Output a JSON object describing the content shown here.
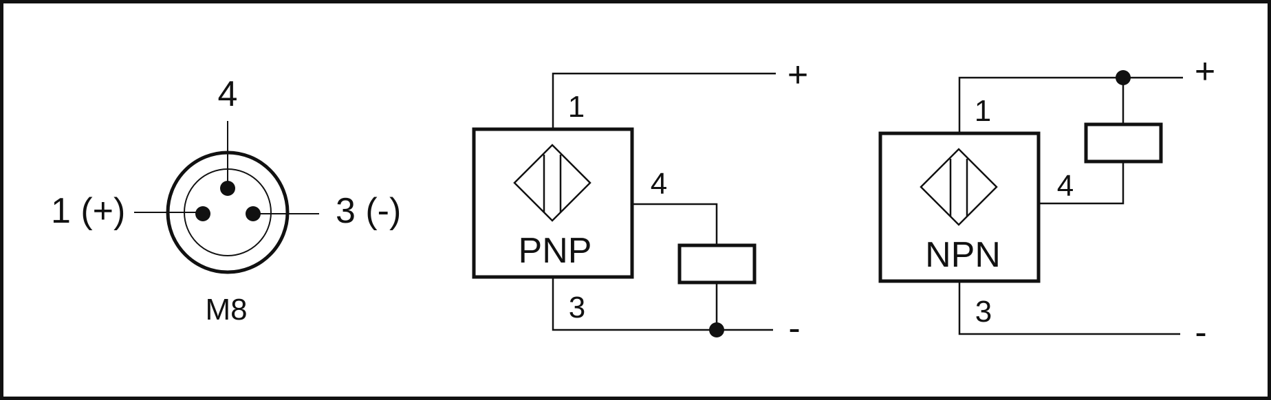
{
  "connector": {
    "pin_top": "4",
    "pin_left": "1 (+)",
    "pin_right": "3 (-)",
    "type": "M8"
  },
  "pnp": {
    "type_label": "PNP",
    "pin1": "1",
    "pin4": "4",
    "pin3": "3",
    "plus": "+",
    "minus": "-"
  },
  "npn": {
    "type_label": "NPN",
    "pin1": "1",
    "pin4": "4",
    "pin3": "3",
    "plus": "+",
    "minus": "-"
  }
}
